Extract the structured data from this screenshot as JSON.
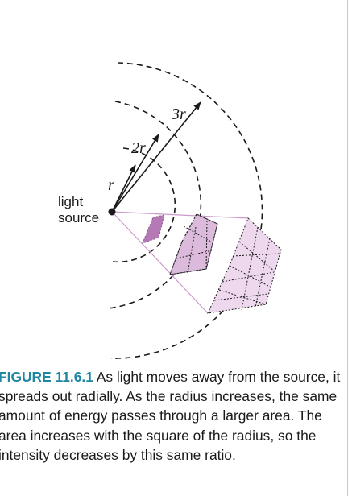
{
  "figure": {
    "label": "FIGURE 11.6.1",
    "caption": "As light moves away from the source, it spreads out radially. As the radius increases, the same amount of energy passes through a larger area. The area increases with the square of the radius, so the intensity decreases by this same ratio.",
    "source_label_line1": "light",
    "source_label_line2": "source",
    "radius_labels": [
      "r",
      "2r",
      "3r"
    ]
  },
  "colors": {
    "caption_label": "#1f87a3",
    "ray": "#cc99cc",
    "patch_small": "#b57ab5",
    "patch_medium": "#dcbadc",
    "patch_large": "#eed8ee",
    "arc": "#1a1a1a"
  }
}
